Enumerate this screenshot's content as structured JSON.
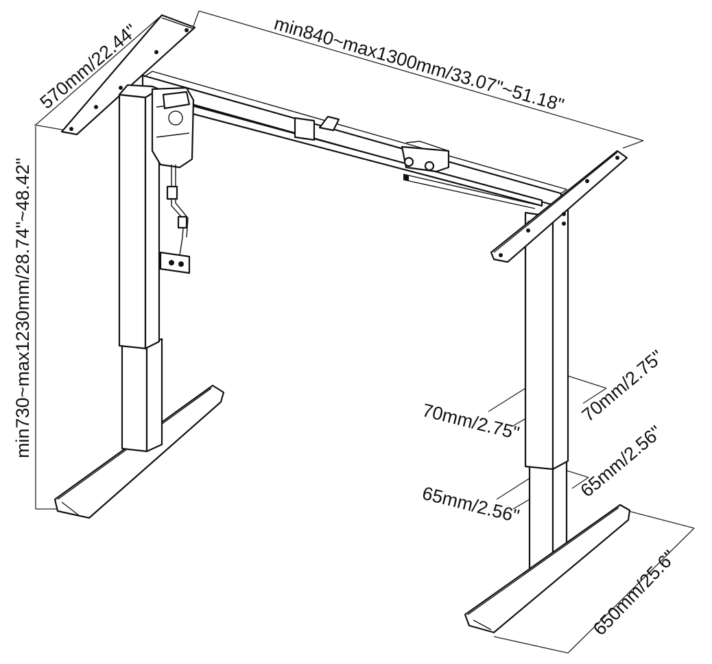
{
  "labels": {
    "depth": "570mm/22.44\"",
    "width": "min840~max1300mm/33.07\"~51.18\"",
    "height": "min730~max1230mm/28.74\"~48.42\"",
    "upper_col_front": "70mm/2.75\"",
    "upper_col_side": "70mm/2.75\"",
    "lower_col_front": "65mm/2.56\"",
    "lower_col_side": "65mm/2.56\"",
    "foot_length": "650mm/25.6\""
  }
}
